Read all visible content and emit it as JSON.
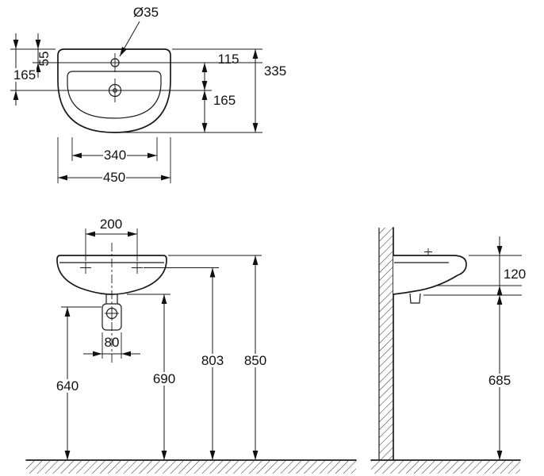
{
  "top_view": {
    "tap_hole_diameter": "Ø35",
    "back_edge_to_tap_hole": "55",
    "back_edge_to_drain": "165",
    "tap_hole_to_drain": "115",
    "drain_to_front_edge": "165",
    "overall_depth": "335",
    "inner_width": "340",
    "overall_width": "450"
  },
  "front_view": {
    "fixing_hole_centres": "200",
    "trap_width": "80",
    "floor_to_trap_outlet": "640",
    "floor_to_basin_underside": "690",
    "floor_to_fixing_holes": "803",
    "floor_to_rim": "850"
  },
  "side_view": {
    "rim_to_underside": "120",
    "floor_to_underside_at_wall": "685"
  }
}
